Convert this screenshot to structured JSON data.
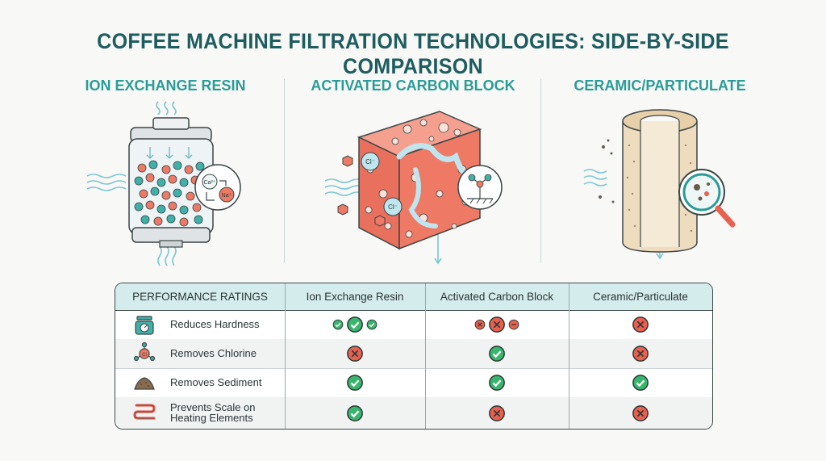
{
  "title": "COFFEE MACHINE FILTRATION TECHNOLOGIES: SIDE-BY-SIDE COMPARISON",
  "columns": [
    {
      "heading": "ION EXCHANGE RESIN",
      "labels": {
        "ion1": "Ca²⁺",
        "ion2": "Na⁺"
      }
    },
    {
      "heading": "ACTIVATED CARBON BLOCK",
      "labels": {
        "ion1": "Cl⁻",
        "ion2": "Cl⁻"
      }
    },
    {
      "heading": "CERAMIC/PARTICULATE"
    }
  ],
  "table": {
    "headers": [
      "PERFORMANCE RATINGS",
      "Ion Exchange Resin",
      "Activated Carbon Block",
      "Ceramic/Particulate"
    ],
    "rows": [
      {
        "label": "Reduces Hardness",
        "icon": "scale-icon",
        "ratings": [
          "strong-yes",
          "partial-no",
          "no"
        ]
      },
      {
        "label": "Removes Chlorine",
        "icon": "chlorine-molecule-icon",
        "chlorine_label": "Cl",
        "ratings": [
          "no",
          "yes",
          "no"
        ]
      },
      {
        "label": "Removes Sediment",
        "icon": "sediment-pile-icon",
        "ratings": [
          "yes",
          "yes",
          "yes"
        ]
      },
      {
        "label_line1": "Prevents Scale on",
        "label_line2": "Heating Elements",
        "icon": "heating-element-icon",
        "ratings": [
          "yes",
          "no",
          "no"
        ]
      }
    ]
  },
  "colors": {
    "teal_dark": "#1d5c5f",
    "teal_accent": "#2a9c97",
    "check_green": "#3ab56d",
    "cross_red": "#e8604f",
    "carbon_orange": "#ee7a66",
    "ceramic_beige": "#eedcbf"
  }
}
